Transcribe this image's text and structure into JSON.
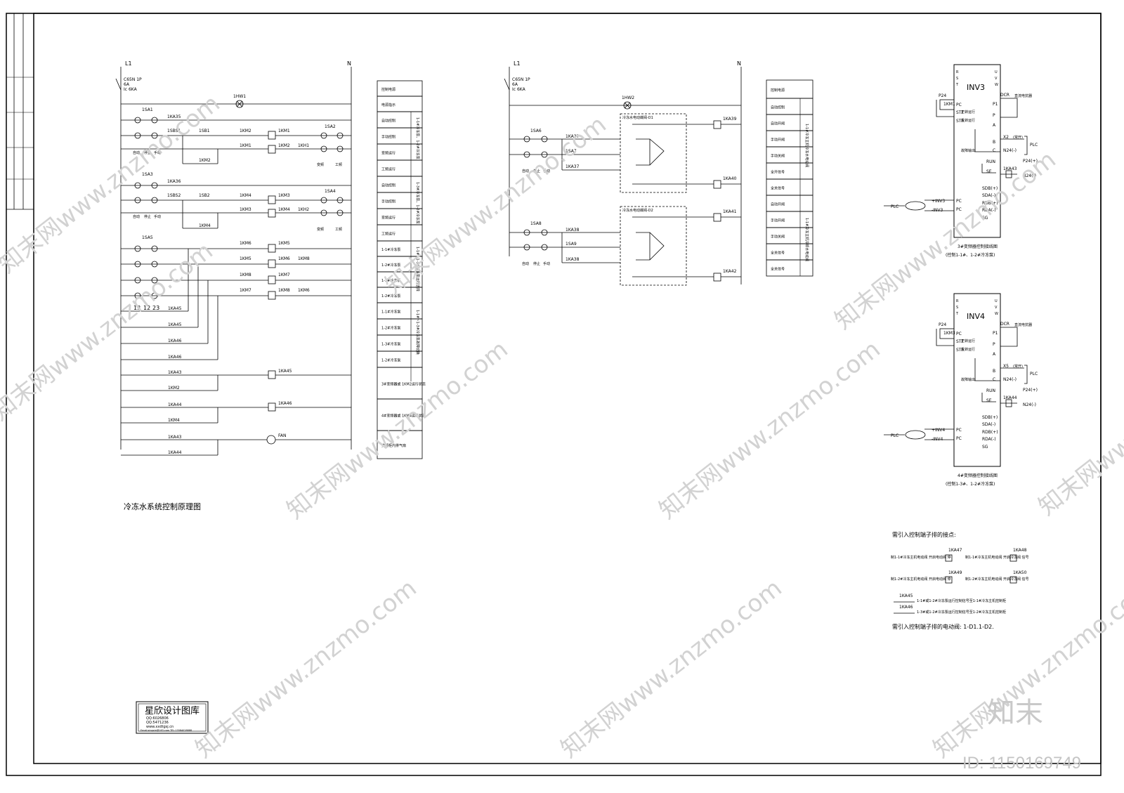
{
  "left_diagram": {
    "line_label": "L1",
    "neutral_label": "N",
    "breaker": [
      "C65N 1P",
      "6A",
      "Ic 6KA"
    ],
    "lamp": "1HW1",
    "switch_labels": [
      "1SA1",
      "1SA3",
      "1SA5",
      "1SA2",
      "1SA4"
    ],
    "switch_pos": [
      "自动",
      "停止",
      "手动"
    ],
    "switch_pos2": [
      "变频",
      "工频"
    ],
    "labels": [
      "1KA35",
      "1SBS1",
      "1SB1",
      "1KM2",
      "1KM1",
      "1KM1",
      "1KM2",
      "1KH1",
      "1KM2",
      "1KA36",
      "1SBS2",
      "1SB2",
      "1KM4",
      "1KM3",
      "1KM3",
      "1KM4",
      "1KH2",
      "1KM4",
      "1KM6",
      "1KM5",
      "1KM5",
      "1KM6",
      "1KM8",
      "1KM8",
      "1KM7",
      "1KM7",
      "1KM8",
      "1KM6",
      "1KA45",
      "1KA45",
      "1KA46",
      "1KA46",
      "1KA43",
      "1KA45",
      "1KM2",
      "1KA44",
      "1KA46",
      "1KM4",
      "1KA43",
      "FAN",
      "1KA44"
    ],
    "terminal_numbers": [
      "13",
      "12",
      "23"
    ],
    "title": "冷冻水系统控制原理图"
  },
  "left_table": {
    "rows": [
      "控制电源",
      "电源指示",
      "自动控制",
      "手动控制",
      "变频运行",
      "工频运行",
      "自动控制",
      "手动控制",
      "变频运行",
      "工频运行",
      "1-1#冷冻泵",
      "1-2#冷冻泵",
      "1-3#冷冻泵",
      "1-2#冷冻泵",
      "1-1#冷冻泵",
      "1-2#冷冻泵",
      "1-3#冷冻泵",
      "1-2#冷冻泵",
      "3#变频器或 1KM2运行状态",
      "4#变频器或 1KM4运行状态",
      "变频柜内排气扇"
    ],
    "side_groups": [
      "1-1#冷冻泵、1-2#冷冻泵",
      "1-3#冷冻泵、1-2#冷冻泵",
      "1-1#~1-3#冷冻泵运行选择",
      "1-1#~1-3#冷冻泵故障切换"
    ]
  },
  "middle_diagram": {
    "line_label": "L1",
    "neutral_label": "N",
    "breaker": [
      "C65N 1P",
      "6A",
      "Ic 6KA"
    ],
    "lamp": "1HW2",
    "switch_labels": [
      "1SA6",
      "1SA8"
    ],
    "switch_pos": [
      "自动",
      "停止",
      "手动"
    ],
    "valve_labels": [
      "冷冻水电动蝶阀-D1",
      "冷冻水电动蝶阀-D2"
    ],
    "labels": [
      "1KA37",
      "1SA7",
      "1KA37",
      "1KA38",
      "1SA9",
      "1KA38"
    ],
    "relays": [
      "1KA39",
      "1KA40",
      "1KA41",
      "1KA42"
    ]
  },
  "middle_table": {
    "rows": [
      "控制电源",
      "自动控制",
      "自动开阀",
      "手动开阀",
      "手动关阀",
      "全开信号",
      "全关信号",
      "自动开阀",
      "手动开阀",
      "手动关阀",
      "全关信号",
      "全关信号"
    ],
    "side_groups": [
      "1-1#冷冻主机冷冻水电动阀",
      "1-1#冷冻主机冷却水电动阀"
    ]
  },
  "inverters": [
    {
      "name": "INV3",
      "pins_top": [
        "R",
        "S",
        "T"
      ],
      "pins_out": [
        "U",
        "V",
        "W"
      ],
      "labels": [
        "P24",
        "PC",
        "1KM1",
        "STF",
        "STR",
        "P1",
        "DCR",
        "P",
        "A",
        "B",
        "C",
        "X2",
        "N24(-)",
        "PLC",
        "RUN",
        "SE",
        "1KA43",
        "P24(+)",
        "N24(-)",
        "SDB(+)",
        "SDA(-)",
        "RDB(+)",
        "RDA(-)",
        "SG",
        "+INV3",
        "-INV3",
        "PC",
        "PC",
        "PLC"
      ],
      "notes": [
        "正转运行",
        "反转运行",
        "直流电抗器",
        "故障输出",
        "(常开)"
      ],
      "caption": "3#变频器控制接线图",
      "subcaption": "(控制1-1#、1-2#冷冻泵)"
    },
    {
      "name": "INV4",
      "pins_top": [
        "R",
        "S",
        "T"
      ],
      "pins_out": [
        "U",
        "V",
        "W"
      ],
      "labels": [
        "P24",
        "PC",
        "1KM3",
        "STF",
        "STR",
        "P1",
        "DCR",
        "P",
        "A",
        "B",
        "C",
        "X5",
        "N24(-)",
        "PLC",
        "RUN",
        "SE",
        "1KA44",
        "P24(+)",
        "N24(-)",
        "SDB(+)",
        "SDA(-)",
        "RDB(+)",
        "RDA(-)",
        "SG",
        "+INV4",
        "-INV4",
        "PC",
        "PC",
        "PLC"
      ],
      "notes": [
        "正转运行",
        "反转运行",
        "直流电抗器",
        "故障输出",
        "(常开)"
      ],
      "caption": "4#变频器控制接线图",
      "subcaption": "(控制1-3#、1-2#冷冻泵)"
    }
  ],
  "terminals": {
    "heading": "需引入控制端子排的接点:",
    "items": [
      {
        "relay": "1KA47",
        "text": "制1-1#冷冻主机电动阀 开启电动阀 停"
      },
      {
        "relay": "1KA48",
        "text": "制1-1#冷冻主机电动阀 开启冷冻阀 信号"
      },
      {
        "relay": "1KA49",
        "text": "制1-2#冷冻主机电动阀 开启电动阀 停"
      },
      {
        "relay": "1KA50",
        "text": "制1-2#冷冻主机电动阀 开启冷冻阀 信号"
      }
    ],
    "contacts": [
      {
        "relay": "1KA45",
        "text": "1-1#或1-2#冷冻泵运行控制信号至1-1#冷冻主机控制柜"
      },
      {
        "relay": "1KA46",
        "text": "1-3#或1-2#冷冻泵运行控制信号至1-2#冷冻主机控制柜"
      }
    ],
    "valve_note": "需引入控制端子排的电动阀: 1-D1.1-D2."
  },
  "stamp": {
    "name": "星欣设计图库",
    "lines": [
      "QQ:6026806",
      "QQ:5471236",
      "www.xxdtgsj.cn",
      "Email:xingxin@163.com TEL:13584028888"
    ]
  },
  "watermark": {
    "text": "知末网www.znzmo.com",
    "logo": "知末",
    "id": "ID: 1150169749"
  }
}
